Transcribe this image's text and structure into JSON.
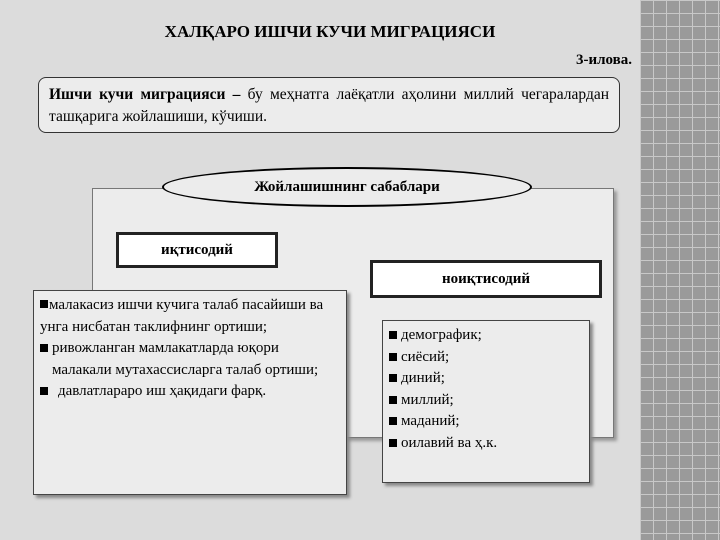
{
  "title": "ХАЛҚАРО ИШЧИ КУЧИ МИГРАЦИЯСИ",
  "figure_ref": "3-илова",
  "definition": {
    "term": "Ишчи кучи миграцияси –",
    "text": " бу меҳнатга лаёқатли аҳолини миллий чегаралардан ташқарига жойлашиши, кўчиши."
  },
  "reasons_title": "Жойлашишнинг сабаблари",
  "economic": {
    "label": "иқтисодий",
    "items": [
      "малакасиз ишчи кучига талаб пасайиши ва унга нисбатан таклифнинг ортиши;",
      "ривожланган мамлакатларда юқори малакали мутахассисларга талаб ортиши;",
      "давлатлараро иш ҳақидаги фарқ."
    ]
  },
  "noneconomic": {
    "label": "ноиқтисодий",
    "items": [
      "демографик;",
      "сиёсий;",
      "диний;",
      "миллий;",
      "маданий;",
      "оилавий ва ҳ.к."
    ]
  }
}
